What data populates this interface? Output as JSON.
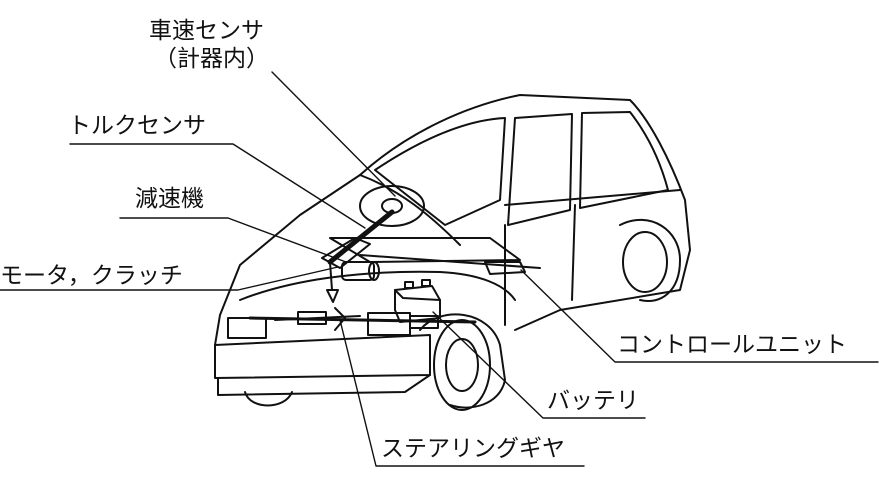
{
  "labels": {
    "vehicle_speed_sensor": "車速センサ",
    "vehicle_speed_sensor_note": "（計器内）",
    "torque_sensor": "トルクセンサ",
    "reducer": "減速機",
    "motor_clutch": "モータ，クラッチ",
    "control_unit": "コントロールユニット",
    "battery": "バッテリ",
    "steering_gear": "ステアリングギヤ"
  },
  "colors": {
    "line": "#111111",
    "background": "#ffffff"
  }
}
